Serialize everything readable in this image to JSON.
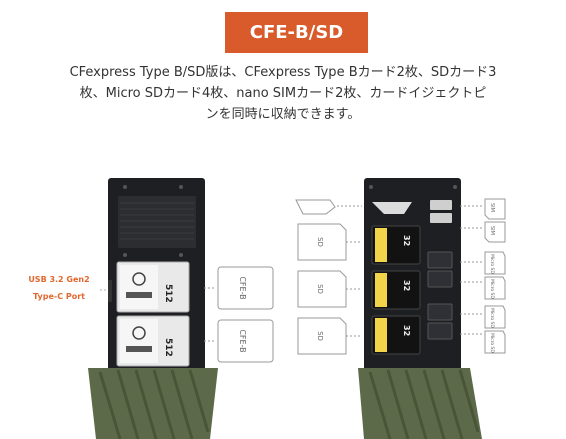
{
  "header": {
    "badge_label": "CFE-B/SD",
    "description_line1": "CFexpress Type B/SD版は、CFexpress Type Bカード2枚、SDカード3",
    "description_line2": "枚、Micro SDカード4枚、nano SIMカード2枚、カードイジェクトピ",
    "description_line3": "ンを同時に収納できます。"
  },
  "port_label": {
    "line1": "USB 3.2 Gen2",
    "line2": "Type-C Port"
  },
  "cards": {
    "cfe_capacity": "512",
    "cfe_outline": "CFE-B",
    "sd_outline": "SD",
    "sd_capacity": "32",
    "micro_sd": "Micro SD",
    "sim": "SIM"
  },
  "colors": {
    "accent": "#d95a2b",
    "body_dark": "#1e1f22",
    "grip_green": "#5d6a4a"
  }
}
